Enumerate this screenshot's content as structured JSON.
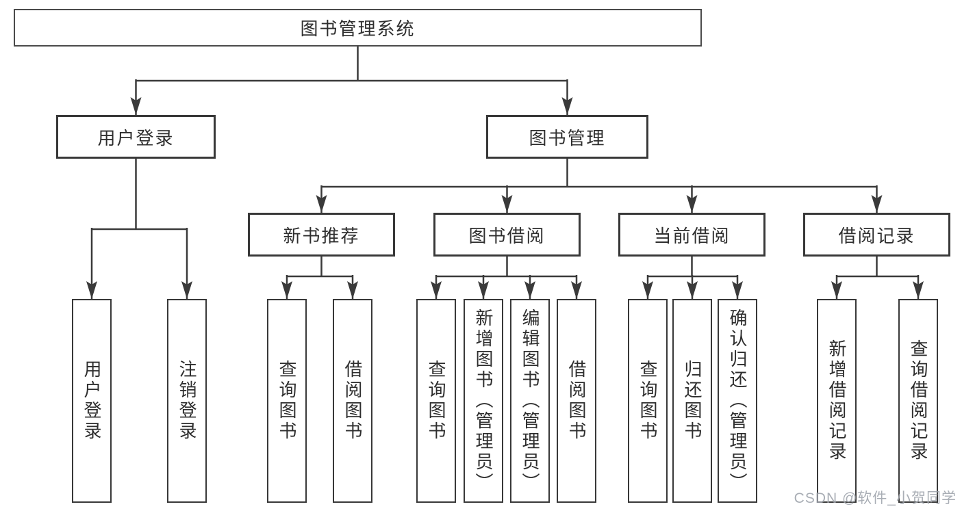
{
  "diagram": {
    "root_label": "图书管理系统",
    "branches": [
      {
        "label": "用户登录",
        "children": [
          {
            "label": "用户登录"
          },
          {
            "label": "注销登录"
          }
        ]
      },
      {
        "label": "图书管理",
        "children": [
          {
            "label": "新书推荐",
            "children": [
              {
                "label": "查询图书"
              },
              {
                "label": "借阅图书"
              }
            ]
          },
          {
            "label": "图书借阅",
            "children": [
              {
                "label": "查询图书"
              },
              {
                "label": "新增图书（管理员）"
              },
              {
                "label": "编辑图书（管理员）"
              },
              {
                "label": "借阅图书"
              }
            ]
          },
          {
            "label": "当前借阅",
            "children": [
              {
                "label": "查询图书"
              },
              {
                "label": "归还图书"
              },
              {
                "label": "确认归还（管理员）"
              }
            ]
          },
          {
            "label": "借阅记录",
            "children": [
              {
                "label": "新增借阅记录"
              },
              {
                "label": "查询借阅记录"
              }
            ]
          }
        ]
      }
    ]
  },
  "watermark": {
    "text": "CSDN @软件_小贺同学"
  },
  "colors": {
    "line": "#3a3a3a",
    "box_border": "#383838",
    "text": "#2e2e2e",
    "watermark": "#9ba0a9",
    "background": "#ffffff"
  }
}
